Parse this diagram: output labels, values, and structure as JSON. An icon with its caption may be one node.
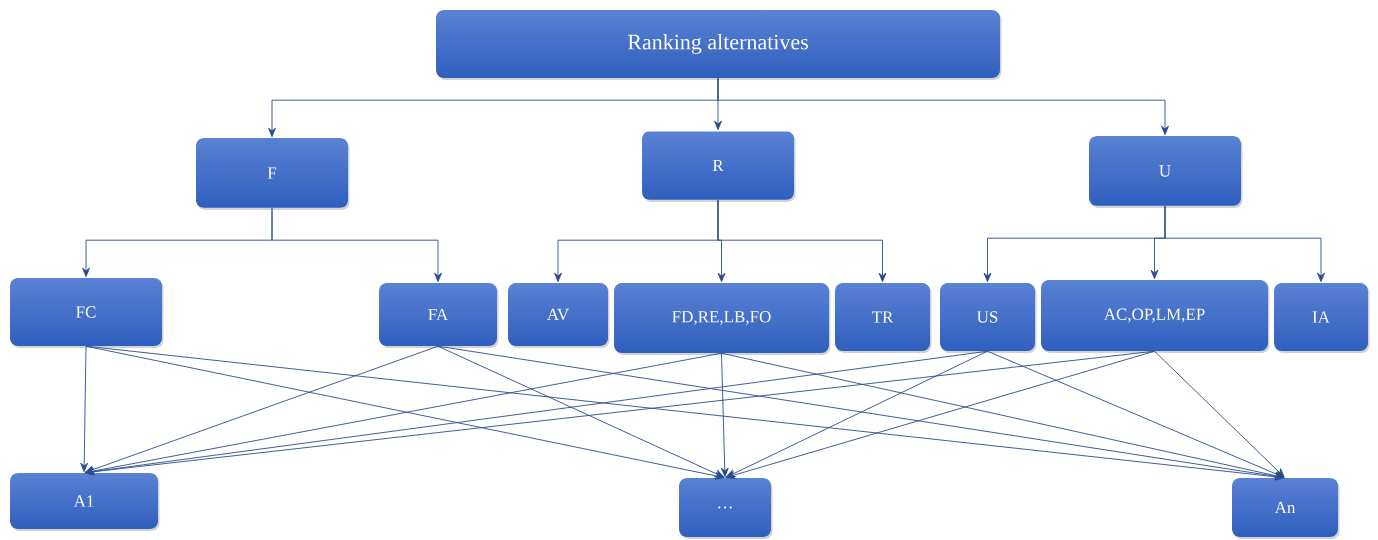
{
  "diagram": {
    "nodes": [
      {
        "text": [
          "Ranking alternatives"
        ]
      },
      {
        "text": [
          "F"
        ]
      },
      {
        "text": [
          "R"
        ]
      },
      {
        "text": [
          "U"
        ]
      },
      {
        "text": [
          "FC"
        ]
      },
      {
        "text": [
          "FA"
        ]
      },
      {
        "text": [
          "AV"
        ]
      },
      {
        "text": [
          "FD,RE,LB,FO"
        ]
      },
      {
        "text": [
          "TR"
        ]
      },
      {
        "text": [
          "US"
        ]
      },
      {
        "text": [
          "AC,OP,LM,EP"
        ]
      },
      {
        "text": [
          "IA"
        ]
      },
      {
        "text": [
          "A1"
        ]
      },
      {
        "text": [
          "…"
        ]
      },
      {
        "text": [
          "An"
        ]
      }
    ],
    "edges": [
      {
        "from": 0,
        "to": 1,
        "arrow": "to"
      },
      {
        "from": 0,
        "to": 2,
        "arrow": "to"
      },
      {
        "from": 0,
        "to": 3,
        "arrow": "to"
      },
      {
        "from": 1,
        "to": 4,
        "arrow": "to"
      },
      {
        "from": 1,
        "to": 5,
        "arrow": "to"
      },
      {
        "from": 2,
        "to": 6,
        "arrow": "to"
      },
      {
        "from": 2,
        "to": 7,
        "arrow": "to"
      },
      {
        "from": 2,
        "to": 8,
        "arrow": "to"
      },
      {
        "from": 3,
        "to": 9,
        "arrow": "to"
      },
      {
        "from": 3,
        "to": 10,
        "arrow": "to"
      },
      {
        "from": 3,
        "to": 11,
        "arrow": "to"
      },
      {
        "from": 4,
        "to": 12,
        "arrow": "to"
      },
      {
        "from": 4,
        "to": 13,
        "arrow": "to"
      },
      {
        "from": 4,
        "to": 14,
        "arrow": "to"
      },
      {
        "from": 5,
        "to": 12,
        "arrow": "to"
      },
      {
        "from": 5,
        "to": 13,
        "arrow": "to"
      },
      {
        "from": 5,
        "to": 14,
        "arrow": "to"
      },
      {
        "from": 7,
        "to": 12,
        "arrow": "to"
      },
      {
        "from": 7,
        "to": 13,
        "arrow": "to"
      },
      {
        "from": 7,
        "to": 14,
        "arrow": "to"
      },
      {
        "from": 9,
        "to": 12,
        "arrow": "to"
      },
      {
        "from": 9,
        "to": 13,
        "arrow": "to"
      },
      {
        "from": 9,
        "to": 14,
        "arrow": "to"
      },
      {
        "from": 10,
        "to": 12,
        "arrow": "to"
      },
      {
        "from": 10,
        "to": 13,
        "arrow": "to"
      },
      {
        "from": 10,
        "to": 14,
        "arrow": "to"
      }
    ]
  }
}
